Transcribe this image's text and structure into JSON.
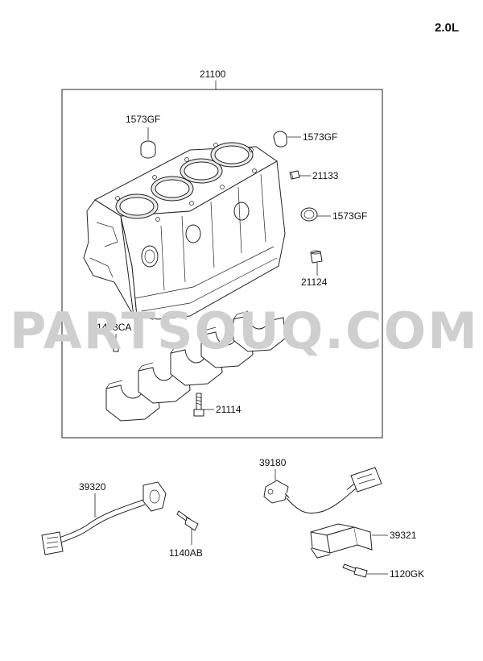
{
  "engine_label": "2.0L",
  "watermark": "PARTSOUQ.COM",
  "parts": {
    "block_assy": "21100",
    "plug_top_left": "1573GF",
    "plug_top_right": "1573GF",
    "plug_side": "1573GF",
    "bolt_21133": "21133",
    "sleeve_21124": "21124",
    "pin_1433CA": "1433CA",
    "bearing_cap_bolt": "21114",
    "knock_sensor": "39320",
    "knock_bolt": "1140AB",
    "crank_sensor": "39180",
    "bracket": "39321",
    "bracket_bolt": "1120GK"
  }
}
